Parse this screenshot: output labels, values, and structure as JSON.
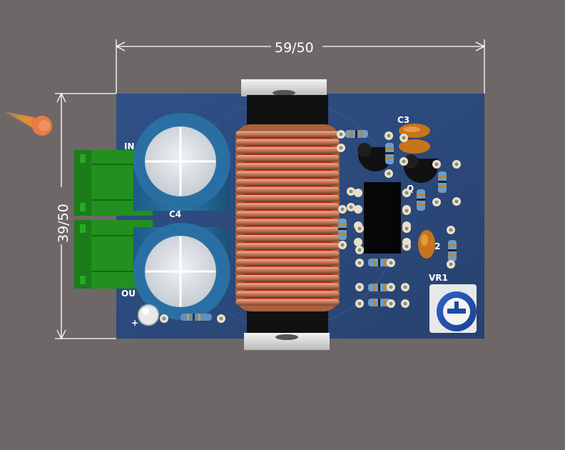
{
  "viewer": {
    "background_color": "#6d6867",
    "board_color": "#2b4a7b",
    "mask_pad_color": "#e8e0c8"
  },
  "dimensions": {
    "width_label": "59/50",
    "height_label": "39/50"
  },
  "silkscreen": {
    "in_label": "IN",
    "out_label": "OU",
    "c4_label": "C4",
    "c3_label": "C3",
    "vr1_label": "VR1",
    "plus_label": "+",
    "q_label": "Q",
    "c2_label": "2"
  },
  "icons": {
    "origin_marker": "origin-cone-icon"
  }
}
